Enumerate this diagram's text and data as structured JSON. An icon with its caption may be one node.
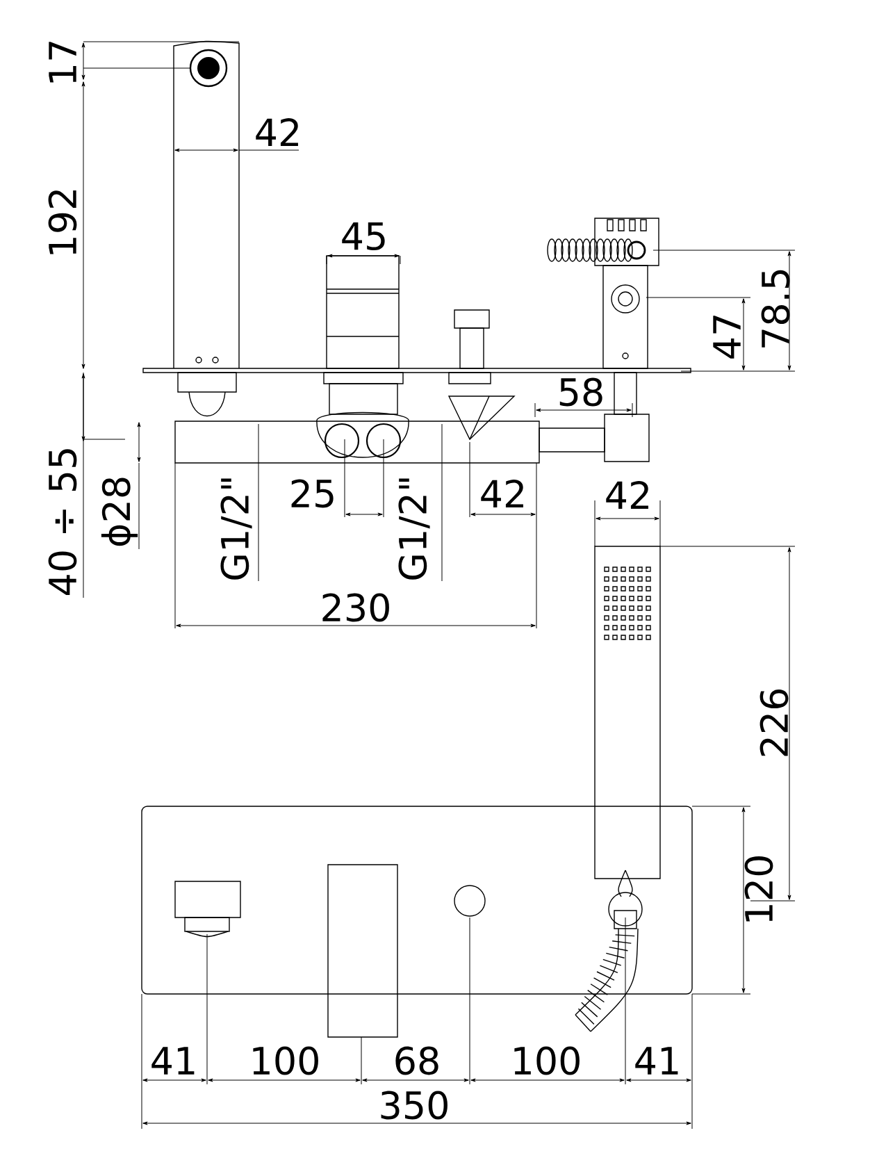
{
  "diagram": {
    "labels": [
      "17",
      "42",
      "192",
      "45",
      "78.5",
      "47",
      "58",
      "40 ÷ 55",
      "ϕ28",
      "G1/2\"",
      "25",
      "G1/2\"",
      "42",
      "230",
      "42",
      "226",
      "120",
      "41",
      "100",
      "68",
      "100",
      "41",
      "350"
    ]
  }
}
